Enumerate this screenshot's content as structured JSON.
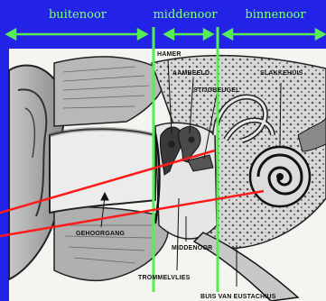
{
  "zones": {
    "outer": "buitenoor",
    "middle": "middenoor",
    "inner": "binnenoor"
  },
  "labels": {
    "hamer": "HAMER",
    "aambeeld": "AAMBEELD",
    "stijgbeugel": "STIJGBEUGEL",
    "slakkehuis": "SLAKKEHUIS",
    "gehoorgang": "GEHOORGANG",
    "middenoor": "MIDDENOOR",
    "trommelvlies": "TROMMELVLIES",
    "buis": "BUIS VAN EUSTACHIUS"
  },
  "colors": {
    "background": "#2323e8",
    "zone_arrows": "#55ee55",
    "pointer_lines": "#ff1a1a",
    "illustration_bg": "#f4f4f0"
  }
}
